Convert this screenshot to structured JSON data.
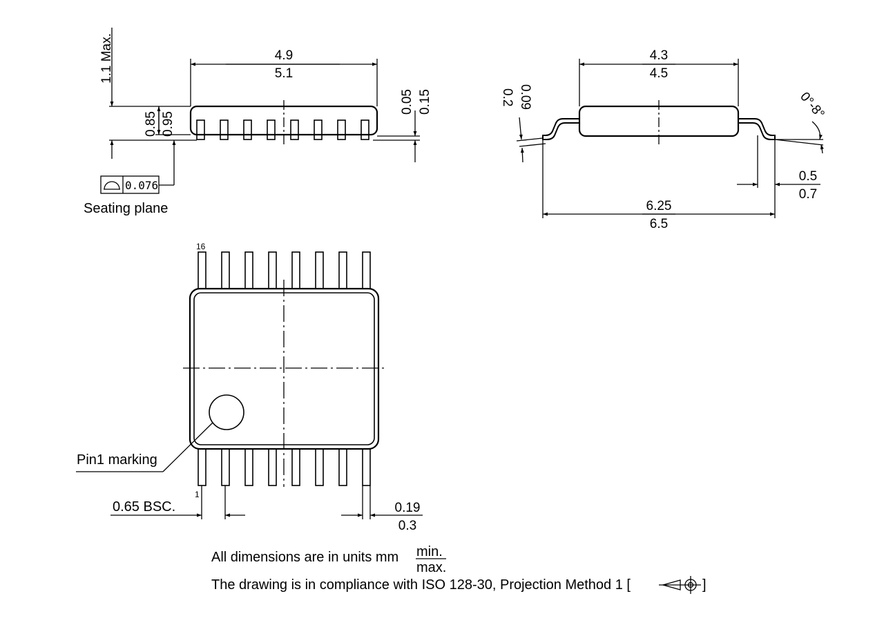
{
  "side_view": {
    "height_max": "1.1 Max.",
    "length_min": "4.9",
    "length_max": "5.1",
    "body_height_min": "0.85",
    "body_height_max": "0.95",
    "standoff_min": "0.05",
    "standoff_max": "0.15",
    "flatness_value": "0.076",
    "seating_plane_label": "Seating plane"
  },
  "end_view": {
    "body_width_min": "4.3",
    "body_width_max": "4.5",
    "lead_thickness_min": "0.09",
    "lead_thickness_max": "0.2",
    "angle_range": "0°-8°",
    "foot_length_min": "0.5",
    "foot_length_max": "0.7",
    "overall_width_min": "6.25",
    "overall_width_max": "6.5"
  },
  "top_view": {
    "pin_first_label": "1",
    "pin_last_label": "16",
    "pin1_marking_label": "Pin1 marking",
    "pitch_label": "0.65 BSC.",
    "lead_width_min": "0.19",
    "lead_width_max": "0.3"
  },
  "notes": {
    "units_prefix": "All dimensions are in units mm",
    "units_min": "min.",
    "units_max": "max.",
    "compliance": "The drawing is in compliance with ISO 128-30, Projection Method 1 ["
  }
}
